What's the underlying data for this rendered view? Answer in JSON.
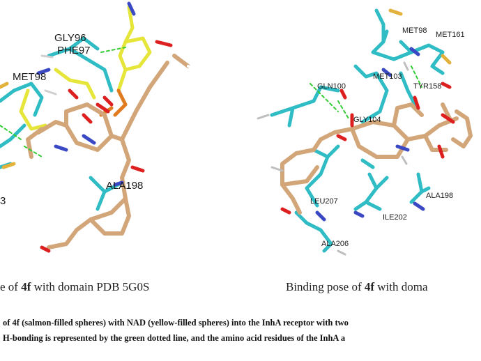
{
  "left_panel": {
    "residues": {
      "gly96": "GLY96",
      "phe97": "PHE97",
      "met98": "MET98",
      "ala198": "ALA198",
      "edge": "3"
    },
    "subcaption": {
      "prefix": "e of ",
      "compound": "4f",
      "suffix": " with domain PDB 5G0S"
    }
  },
  "right_panel": {
    "residues": {
      "met98": "MET98",
      "met161": "MET161",
      "gln100": "GLN100",
      "met103": "MET103",
      "tyr158": "TYR158",
      "gly104": "GLY104",
      "leu207": "LEU207",
      "ala198": "ALA198",
      "ile202": "ILE202",
      "ala206": "ALA206"
    },
    "subcaption": {
      "prefix": "Binding pose of ",
      "compound": "4f",
      "suffix": " with doma"
    }
  },
  "caption": {
    "line1": "of 4f (salmon-filled spheres) with NAD (yellow-filled spheres) into the InhA receptor with two",
    "line2": "H-bonding is represented by the green dotted line, and the amino acid residues of the InhA a"
  },
  "colors": {
    "ligand": "#d2a679",
    "nad": "#e5e53a",
    "residue": "#2fbcc4",
    "oxygen": "#dd1f1f",
    "nitrogen": "#3a48c4",
    "hydrogen": "#ffffff",
    "sulfur": "#e3b23c",
    "hbond": "#33cc33",
    "phosphorus": "#e07b1f"
  }
}
